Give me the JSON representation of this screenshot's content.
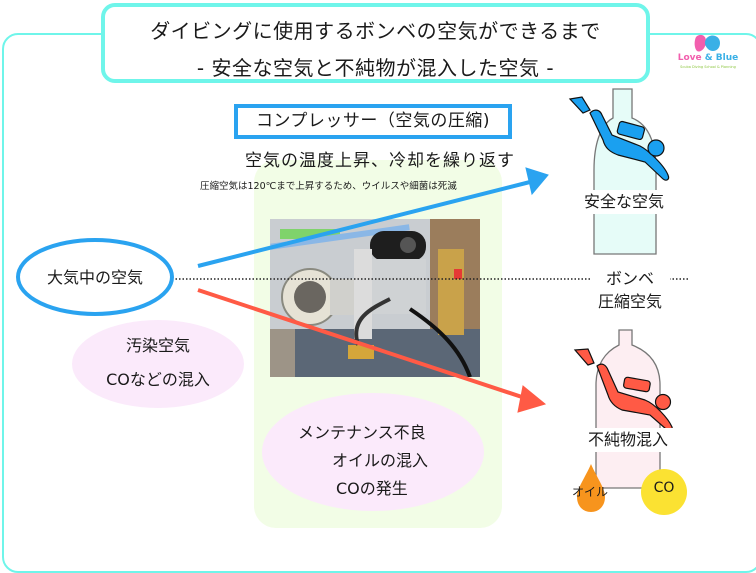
{
  "title": {
    "line1": "ダイビングに使用するボンベの空気ができるまで",
    "line2": "- 安全な空気と不純物が混入した空気 -"
  },
  "logo": {
    "brand_part1": "Love",
    "brand_amp": "&",
    "brand_part2": "Blue",
    "tagline": "Scuba Diving School & Planning"
  },
  "compressor": {
    "label": "コンプレッサー（空気の圧縮)",
    "process": "空気の温度上昇、冷却を繰り返す",
    "note": "圧縮空気は120℃まで上昇するため、ウイルスや細菌は死滅",
    "photo_icon": "compressor-photo"
  },
  "source": {
    "atmosphere_label": "大気中の空気",
    "polluted": [
      "汚染空気",
      "COなどの混入"
    ]
  },
  "maintenance": [
    "メンテナンス不良",
    "オイルの混入",
    "COの発生"
  ],
  "cylinder": {
    "name": "ボンベ",
    "contents": "圧縮空気",
    "safe_label": "安全な空気",
    "impure_label": "不純物混入",
    "oil_label": "オイル",
    "co_label": "CO"
  },
  "colors": {
    "frame": "#6ff5ea",
    "safe_arrow": "#2aa3f0",
    "danger_arrow": "#ff5a45",
    "safe_cylinder": "#e6fcf8",
    "impure_cylinder": "#fdeef2",
    "oil": "#f7941d",
    "co": "#fbe232"
  }
}
